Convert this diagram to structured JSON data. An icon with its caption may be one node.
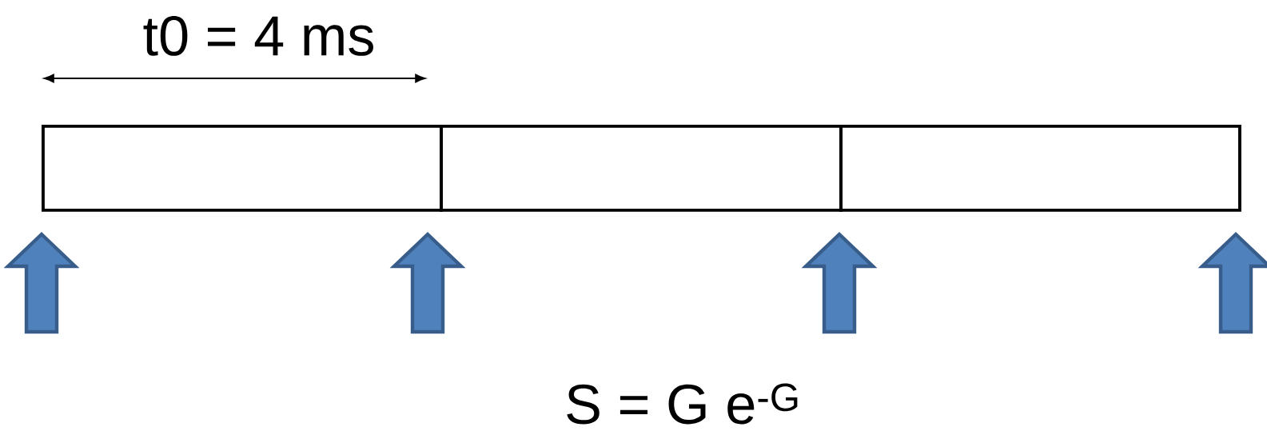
{
  "diagram": {
    "nodes": [
      {
        "text": [],
        "shape": "box"
      },
      {
        "text": [],
        "shape": "box"
      },
      {
        "text": [],
        "shape": "box"
      }
    ],
    "labels": [
      "t0 = 4 ms",
      "S = G e$^{-G}$"
    ]
  }
}
